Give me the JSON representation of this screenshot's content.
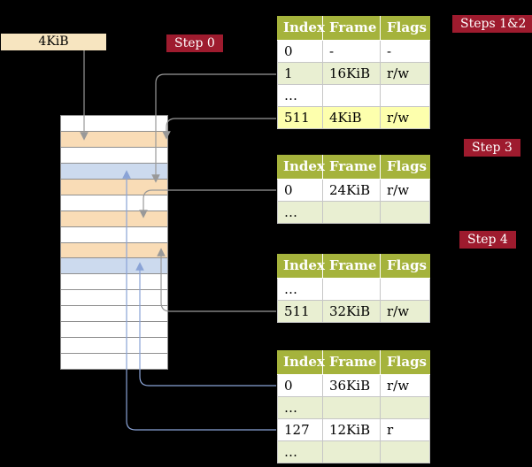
{
  "colors": {
    "background": "#000000",
    "table_header_green": "#a5b33c",
    "table_row_alt_green": "#e9efd2",
    "highlight_yellow": "#fdffad",
    "frame_box_beige": "#f7e5c0",
    "memory_page_table_orange": "#f9dcb6",
    "memory_mapped_page_blue": "#ccdaee",
    "step_label_red": "#9e1b2e",
    "arrow_gray": "#999999",
    "arrow_blue": "#8aa3d6"
  },
  "cr3_box": {
    "label": "4KiB"
  },
  "labels": {
    "step0": "Step 0",
    "steps_1_2": "Steps 1&2",
    "step3": "Step 3",
    "step4": "Step 4"
  },
  "memory_column": {
    "row_colors": [
      "white",
      "orange",
      "white",
      "blue",
      "orange",
      "white",
      "orange",
      "white",
      "orange",
      "blue",
      "white",
      "white",
      "white",
      "white",
      "white",
      "white"
    ]
  },
  "tables": [
    {
      "name": "top-table",
      "columns": [
        "Index",
        "Frame",
        "Flags"
      ],
      "rows": [
        {
          "index": "0",
          "frame": "-",
          "flags": "-",
          "highlight": false
        },
        {
          "index": "1",
          "frame": "16KiB",
          "flags": "r/w",
          "highlight": false
        },
        {
          "index": "…",
          "frame": "",
          "flags": "",
          "highlight": false
        },
        {
          "index": "511",
          "frame": "4KiB",
          "flags": "r/w",
          "highlight": true
        }
      ]
    },
    {
      "name": "second-table",
      "columns": [
        "Index",
        "Frame",
        "Flags"
      ],
      "rows": [
        {
          "index": "0",
          "frame": "24KiB",
          "flags": "r/w",
          "highlight": false
        },
        {
          "index": "…",
          "frame": "",
          "flags": "",
          "highlight": false
        }
      ]
    },
    {
      "name": "third-table",
      "columns": [
        "Index",
        "Frame",
        "Flags"
      ],
      "rows": [
        {
          "index": "…",
          "frame": "",
          "flags": "",
          "highlight": false
        },
        {
          "index": "511",
          "frame": "32KiB",
          "flags": "r/w",
          "highlight": false
        }
      ]
    },
    {
      "name": "fourth-table",
      "columns": [
        "Index",
        "Frame",
        "Flags"
      ],
      "rows": [
        {
          "index": "0",
          "frame": "36KiB",
          "flags": "r/w",
          "highlight": false
        },
        {
          "index": "…",
          "frame": "",
          "flags": "",
          "highlight": false
        },
        {
          "index": "127",
          "frame": "12KiB",
          "flags": "r",
          "highlight": false
        },
        {
          "index": "…",
          "frame": "",
          "flags": "",
          "highlight": false
        }
      ]
    }
  ],
  "arrows": [
    {
      "name": "frame-box-to-memory",
      "color": "#999999"
    },
    {
      "name": "top-table-row-1-to-memory",
      "color": "#999999"
    },
    {
      "name": "top-table-row-511-to-memory",
      "color": "#999999"
    },
    {
      "name": "second-table-row-0-to-memory",
      "color": "#999999"
    },
    {
      "name": "third-table-row-511-to-memory",
      "color": "#999999"
    },
    {
      "name": "fourth-table-row-0-to-memory",
      "color": "#8aa3d6"
    },
    {
      "name": "fourth-table-row-127-to-memory",
      "color": "#8aa3d6"
    }
  ]
}
